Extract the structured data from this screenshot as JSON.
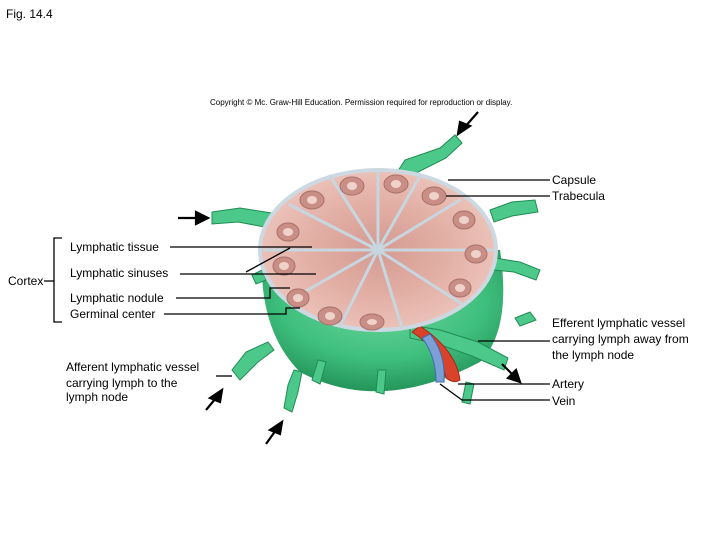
{
  "figure_label": "Fig. 14.4",
  "copyright": "Copyright © Mc. Graw-Hill Education. Permission required for reproduction or display.",
  "labels": {
    "capsule": "Capsule",
    "trabecula": "Trabecula",
    "lymphatic_tissue": "Lymphatic tissue",
    "cortex": "Cortex",
    "lymphatic_sinuses": "Lymphatic sinuses",
    "lymphatic_nodule": "Lymphatic nodule",
    "germinal_center": "Germinal center",
    "efferent_line1": "Efferent lymphatic vessel",
    "efferent_line2": "carrying lymph away from",
    "efferent_line3": "the lymph node",
    "afferent_line1": "Afferent lymphatic vessel",
    "afferent_line2": "carrying lymph to the",
    "afferent_line3": "lymph node",
    "artery": "Artery",
    "vein": "Vein"
  },
  "colors": {
    "node_green": "#3fbf7e",
    "node_green_dark": "#239a5c",
    "cortex_pink": "#e7b8ae",
    "medulla": "#d9a39a",
    "trabecula": "#c8d6df",
    "nodule": "#c98e86",
    "germinal": "#efd2ca",
    "artery": "#d9432b",
    "vein": "#7aa0d6"
  }
}
